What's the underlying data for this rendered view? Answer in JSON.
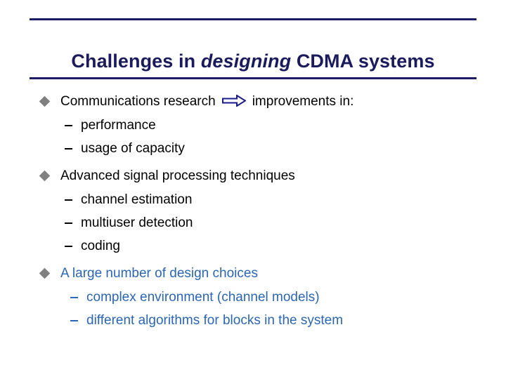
{
  "slide": {
    "title_prefix": "Challenges in ",
    "title_emphasis": "designing",
    "title_suffix": " CDMA systems",
    "colors": {
      "title": "#1a1a5e",
      "rule": "#1b1b66",
      "bullet_diamond": "#808080",
      "body_text": "#000000",
      "highlight_text": "#2a66b8",
      "arrow_outline": "#1a1a8c",
      "background": "#ffffff"
    },
    "blocks": [
      {
        "bullet_icon": "diamond-bullet-icon",
        "heading_before_arrow": "Communications research",
        "arrow_icon": "right-block-arrow-icon",
        "heading_after_arrow": "improvements in:",
        "color": "black",
        "sub_items": [
          {
            "dash_icon": "en-dash-icon",
            "label": "performance"
          },
          {
            "dash_icon": "en-dash-icon",
            "label": "usage of capacity"
          }
        ]
      },
      {
        "bullet_icon": "diamond-bullet-icon",
        "heading": "Advanced signal processing techniques",
        "color": "black",
        "sub_items": [
          {
            "dash_icon": "en-dash-icon",
            "label": "channel estimation"
          },
          {
            "dash_icon": "en-dash-icon",
            "label": "multiuser detection"
          },
          {
            "dash_icon": "en-dash-icon",
            "label": "coding"
          }
        ]
      },
      {
        "bullet_icon": "diamond-bullet-icon",
        "heading": "A large number of design choices",
        "color": "blue",
        "sub_items": [
          {
            "dash_icon": "en-dash-icon",
            "label": "complex environment (channel models)"
          },
          {
            "dash_icon": "en-dash-icon",
            "label": "different algorithms for blocks in the system"
          }
        ]
      }
    ]
  }
}
